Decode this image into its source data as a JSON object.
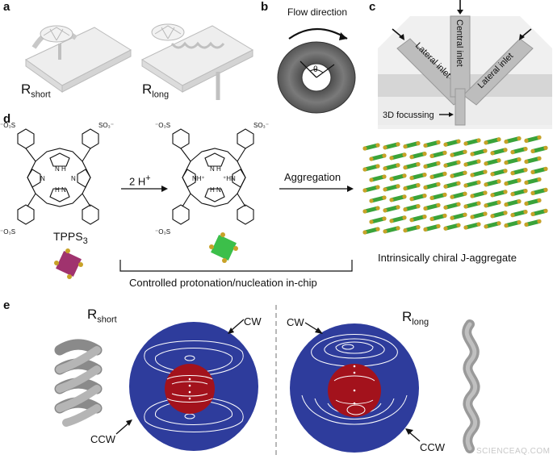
{
  "panels": {
    "a": {
      "letter": "a",
      "left_label": {
        "main": "R",
        "sub": "short"
      },
      "right_label": {
        "main": "R",
        "sub": "long"
      }
    },
    "b": {
      "letter": "b",
      "flow_label": "Flow direction",
      "angle_symbol": "θ"
    },
    "c": {
      "letter": "c",
      "lateral_inlet_left": "Lateral inlet",
      "central_inlet": "Central inlet",
      "lateral_inlet_right": "Lateral inlet",
      "focusing_label": "3D focussing"
    },
    "d": {
      "letter": "d",
      "molecule1_label": {
        "main": "TPPS",
        "sub": "3"
      },
      "protonation": {
        "main": "2 H",
        "sup": "+"
      },
      "aggregation_label": "Aggregation",
      "aggregate_label": "Intrinsically chiral J-aggregate",
      "bracket_label": "Controlled protonation/nucleation in-chip",
      "substituents": {
        "so3_top_left": "⁻O₃S",
        "so3_top_right": "SO₃⁻",
        "so3_bottom_left": "⁻O₃S",
        "nh_top": "N H",
        "n_left": "N",
        "n_right": "N",
        "h_n_bottom": "H N",
        "nh_plus_left": "NH⁺",
        "hn_plus_right": "⁺HN"
      }
    },
    "e": {
      "letter": "e",
      "left_label": {
        "main": "R",
        "sub": "short"
      },
      "right_label": {
        "main": "R",
        "sub": "long"
      },
      "cw_left": "CW",
      "ccw_left": "CCW",
      "cw_right": "CW",
      "ccw_right": "CCW"
    }
  },
  "watermark": "SCIENCEAQ.COM",
  "colors": {
    "disk_blue": "#2e3c9c",
    "core_red": "#a3121c",
    "tube_gray": "#8a8a8a",
    "green_square": "#3cbf4a",
    "magenta_square": "#a0336e",
    "stick_green": "#3aa33a",
    "stick_yellow": "#c8a228"
  }
}
